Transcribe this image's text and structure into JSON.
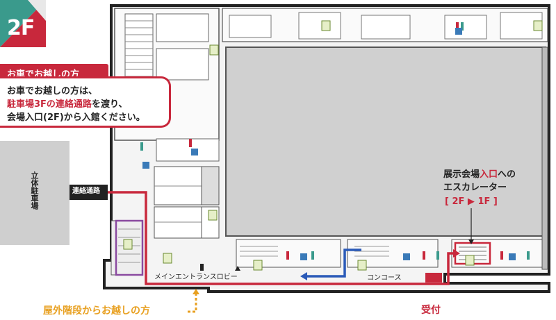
{
  "floor_badge": {
    "label": "2F",
    "colors": [
      "#3a9a8c",
      "#c8283c",
      "#e8e8e8"
    ]
  },
  "car_callout": {
    "tab_label": "お車でお越しの方",
    "line1": "お車でお越しの方は、",
    "line2_red": "駐車場3Fの連絡通路",
    "line2_rest": "を渡り、",
    "line3": "会場入口(2F)から入館ください。"
  },
  "parking_label": "立体駐車場",
  "connector_label": "連絡通路",
  "escalator_callout": {
    "line1_a": "展示会場",
    "line1_red": "入口",
    "line1_b": "への",
    "line2": "エスカレーター",
    "line3": "[ 2F ▶ 1F ]"
  },
  "main_lobby_label": "メインエントランスロビー",
  "concourse_label": "コンコース",
  "reception_label": "受付",
  "outdoor_stairs_label": "屋外階段からお越しの方",
  "colors": {
    "route": "#c8283c",
    "blue_route": "#2a5ab8",
    "exhibit_hall": "#d0d0d0",
    "parking": "#cfcfcf",
    "highlight_purple": "#8a4aa0",
    "reception": "#c8283c",
    "outdoor_route": "#e8a020"
  }
}
